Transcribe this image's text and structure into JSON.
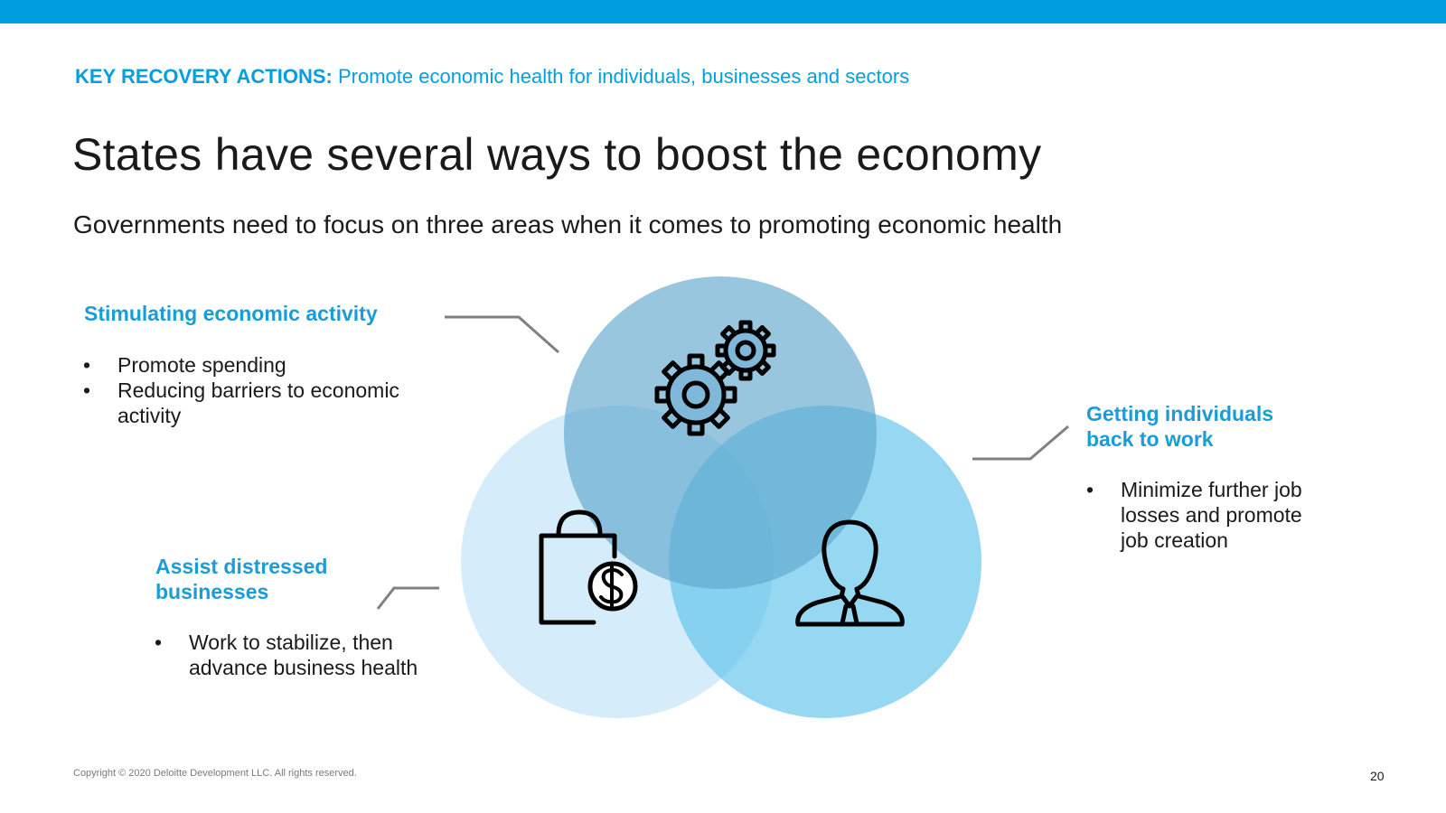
{
  "colors": {
    "accent": "#009fdf",
    "section_heading": "#1a9cd8",
    "circle_top": "#5fa8cc",
    "circle_left": "#bfe2f8",
    "circle_right": "#5ec3eb",
    "connector": "#808080"
  },
  "header": {
    "kicker_bold": "KEY RECOVERY ACTIONS:",
    "kicker_text": "Promote economic health for individuals, businesses and sectors",
    "title": "States have several ways to boost the economy",
    "subtitle": "Governments need to focus on three areas when it comes to promoting economic health"
  },
  "sections": {
    "stimulating": {
      "heading": "Stimulating economic activity",
      "bullets": [
        "Promote spending",
        "Reducing barriers to economic activity"
      ],
      "icon": "gears-icon"
    },
    "businesses": {
      "heading": "Assist distressed businesses",
      "bullets": [
        "Work to stabilize, then advance business health"
      ],
      "icon": "shopping-bag-dollar-icon"
    },
    "work": {
      "heading": "Getting individuals back to work",
      "bullets": [
        "Minimize further job losses and promote job creation"
      ],
      "icon": "person-icon"
    }
  },
  "footer": {
    "copyright": "Copyright © 2020 Deloitte Development LLC. All rights reserved.",
    "page_number": "20"
  }
}
